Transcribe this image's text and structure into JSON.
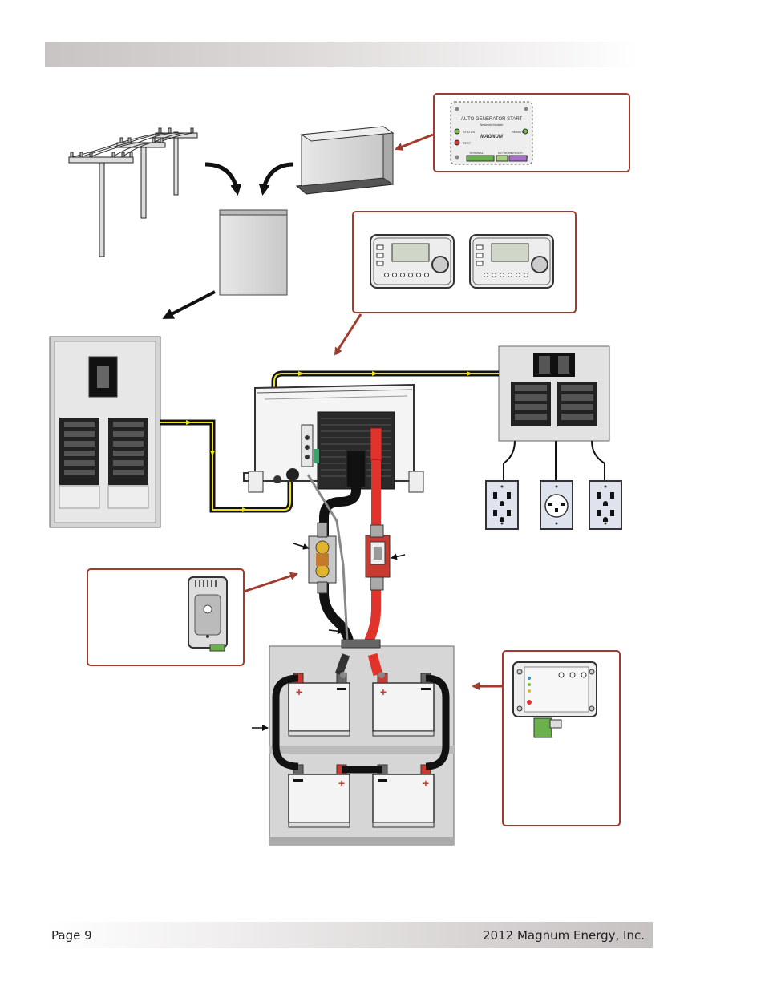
{
  "footer": {
    "page_label": "Page 9",
    "copyright": "2012 Magnum Energy, Inc."
  },
  "ags": {
    "title": "AUTO GENERATOR START",
    "subtitle": "Network Module",
    "brand": "MAGNUM",
    "status_label": "STATUS",
    "test_label": "TEST",
    "remote_label": "REMOTE",
    "terminal_label": "TERMINAL",
    "network_label": "NETWORK",
    "sensor_label": "SENSOR"
  },
  "colors": {
    "frame_red": "#a33a2e",
    "positive_cable": "#e0332b",
    "ac_line_yellow": "#f2e21a",
    "cable_black": "#111111"
  }
}
